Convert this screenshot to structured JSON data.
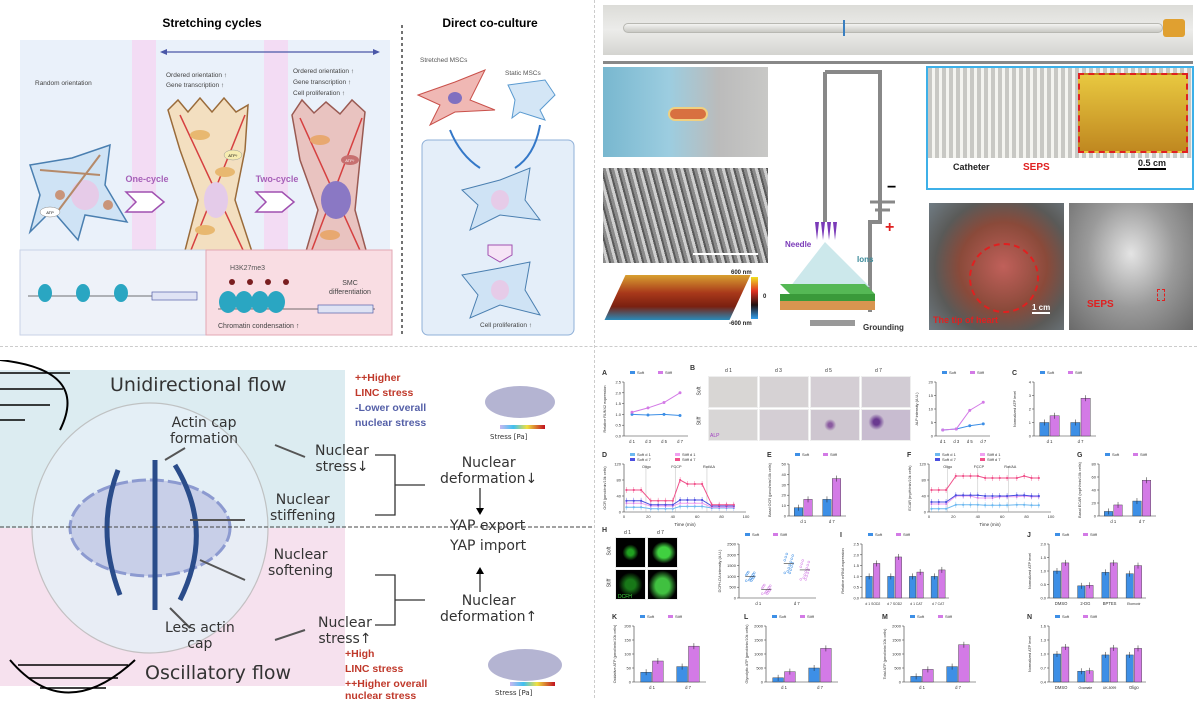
{
  "top_left": {
    "title_left": "Stretching cycles",
    "title_right": "Direct co-culture",
    "random_orientation": "Random orientation",
    "mid_text": [
      "Ordered orientation ↑",
      "Gene transcription ↑"
    ],
    "right_text": [
      "Ordered orientation ↑",
      "Gene transcription ↑",
      "Cell proliferation ↑"
    ],
    "one_cycle": "One-cycle",
    "two_cycle": "Two-cycle",
    "atp": "ATP",
    "atp_up": "ATP↑",
    "h3k27me3": "H3K27me3",
    "smc": [
      "SMC",
      "differentiation"
    ],
    "chromatin": "Chromatin condensation ↑",
    "stretched_mscs": "Stretched MSCs",
    "static_mscs": "Static MSCs",
    "cell_prolif": "Cell proliferation ↑"
  },
  "top_right": {
    "needle": "Needle",
    "ions": "Ions",
    "grounding": "Grounding",
    "minus": "−",
    "plus": "+",
    "afm_max": "600 nm",
    "afm_zero": "0",
    "afm_min": "-600 nm",
    "catheter": "Catheter",
    "seps": "SEPS",
    "scale_05": "0.5 cm",
    "tip_of_heart": "The tip of heart",
    "scale_1": "1 cm",
    "seps_xray": "SEPS"
  },
  "bottom_left": {
    "unidirectional": "Unidirectional flow",
    "oscillatory": "Oscillatory flow",
    "top_stress": [
      "++Higher",
      "LINC stress",
      "-Lower overall",
      "nuclear stress"
    ],
    "bottom_stress": [
      "+High",
      "LINC stress",
      "++Higher overall",
      "nuclear stress"
    ],
    "stress_pa": "Stress [Pa]",
    "actin_cap_formation": [
      "Actin cap",
      "formation"
    ],
    "nuclear_stress_down": [
      "Nuclear",
      "stress↓"
    ],
    "nuclear_stiffening": [
      "Nuclear",
      "stiffening"
    ],
    "nuclear_deformation_down": [
      "Nuclear",
      "deformation↓"
    ],
    "yap_export": "YAP export",
    "yap_import": "YAP import",
    "nuclear_softening": [
      "Nuclear",
      "softening"
    ],
    "nuclear_deformation_up": [
      "Nuclear",
      "deformation↑"
    ],
    "nuclear_stress_up": [
      "Nuclear",
      "stress↑"
    ],
    "less_actin_cap": [
      "Less actin",
      "cap"
    ]
  },
  "micrographs": {
    "B": {
      "letter": "B",
      "days": [
        "d 1",
        "d 3",
        "d 5",
        "d 7"
      ],
      "rows": [
        "Soft",
        "Stiff"
      ],
      "stain": "ALP"
    },
    "H": {
      "letter": "H",
      "days": [
        "d 1",
        "d 7"
      ],
      "rows": [
        "Soft",
        "Stiff"
      ],
      "stain": "DCFH"
    }
  },
  "colors": {
    "soft": "#3d8fe6",
    "stiff": "#d37ae6",
    "soft_d7": "#4b4fe0",
    "stiff_d7": "#f0508a",
    "soft_d1": "#6cb8f0",
    "stiff_d1": "#f0a0f0"
  },
  "chart_data": [
    {
      "panel": "A",
      "type": "line",
      "categories": [
        "d 1",
        "d 3",
        "d 5",
        "d 7"
      ],
      "ylabel": "Relative RUNX2 expression",
      "ylim": [
        0,
        2.5
      ],
      "yticks": [
        "0.0",
        "0.5",
        "1.0",
        "1.5",
        "2.0",
        "2.5"
      ],
      "series": [
        {
          "name": "Soft",
          "values": [
            1.0,
            0.97,
            1.0,
            0.95
          ]
        },
        {
          "name": "Stiff",
          "values": [
            1.1,
            1.3,
            1.55,
            2.0
          ]
        }
      ]
    },
    {
      "panel": "B",
      "type": "line",
      "categories": [
        "d 1",
        "d 3",
        "d 5",
        "d 7"
      ],
      "ylabel": "ALP intensity (A.U.)",
      "ylim": [
        0,
        20
      ],
      "yticks": [
        "0",
        "5",
        "10",
        "15",
        "20"
      ],
      "hide_letter": true,
      "series": [
        {
          "name": "Soft",
          "values": [
            2.2,
            2.6,
            3.8,
            4.5
          ]
        },
        {
          "name": "Stiff",
          "values": [
            2.2,
            2.6,
            9.5,
            12.5
          ]
        }
      ]
    },
    {
      "panel": "C",
      "type": "bar",
      "categories": [
        "d 1",
        "d 7"
      ],
      "ylabel": "Normalized ATP level",
      "ylim": [
        0,
        4
      ],
      "yticks": [
        "0",
        "1",
        "2",
        "3",
        "4"
      ],
      "series": [
        {
          "name": "Soft",
          "values": [
            1.0,
            1.0
          ]
        },
        {
          "name": "Stiff",
          "values": [
            1.5,
            2.8
          ]
        }
      ]
    },
    {
      "panel": "D",
      "type": "timeline",
      "xlabel": "Time (min)",
      "ylabel": "OCR (pmol/min/10k cells)",
      "xlim": [
        0,
        100
      ],
      "xticks": [
        "0",
        "20",
        "40",
        "60",
        "80",
        "100"
      ],
      "ylim": [
        0,
        120
      ],
      "yticks": [
        "0",
        "40",
        "80",
        "120"
      ],
      "x": [
        2,
        8,
        14,
        22,
        28,
        34,
        40,
        46,
        52,
        58,
        64,
        72,
        78,
        84,
        90
      ],
      "injections": [
        {
          "label": "Oligo",
          "x": 18
        },
        {
          "label": "FCCP",
          "x": 42
        },
        {
          "label": "Rot/AA",
          "x": 68
        }
      ],
      "series": [
        {
          "name": "Soft d 1",
          "values": [
            12,
            12,
            12,
            8,
            8,
            8,
            8,
            14,
            14,
            14,
            14,
            10,
            10,
            10,
            10
          ]
        },
        {
          "name": "Stiff d 1",
          "values": [
            22,
            22,
            22,
            15,
            15,
            15,
            15,
            22,
            22,
            22,
            22,
            12,
            12,
            12,
            12
          ]
        },
        {
          "name": "Soft d 7",
          "values": [
            28,
            28,
            28,
            18,
            18,
            18,
            18,
            30,
            30,
            30,
            30,
            15,
            15,
            15,
            15
          ]
        },
        {
          "name": "Stiff d 7",
          "values": [
            55,
            55,
            55,
            28,
            28,
            28,
            28,
            80,
            70,
            70,
            70,
            18,
            18,
            18,
            18
          ]
        }
      ]
    },
    {
      "panel": "E",
      "type": "bar",
      "categories": [
        "d 1",
        "d 7"
      ],
      "ylabel": "Basal OCR (pmol/min/10k cells)",
      "ylim": [
        0,
        50
      ],
      "yticks": [
        "0",
        "10",
        "20",
        "30",
        "40",
        "50"
      ],
      "series": [
        {
          "name": "Soft",
          "values": [
            8,
            16
          ]
        },
        {
          "name": "Stiff",
          "values": [
            16,
            36
          ]
        }
      ]
    },
    {
      "panel": "F",
      "type": "timeline",
      "xlabel": "Time (min)",
      "ylabel": "ECAR (mpH/min/10k cells)",
      "xlim": [
        0,
        100
      ],
      "xticks": [
        "0",
        "20",
        "40",
        "60",
        "80",
        "100"
      ],
      "ylim": [
        0,
        120
      ],
      "yticks": [
        "0",
        "40",
        "80",
        "120"
      ],
      "x": [
        2,
        8,
        14,
        22,
        28,
        34,
        40,
        46,
        52,
        58,
        64,
        72,
        78,
        84,
        90
      ],
      "injections": [
        {
          "label": "Oligo",
          "x": 15
        },
        {
          "label": "FCCP",
          "x": 40
        },
        {
          "label": "Rot/AA",
          "x": 65
        }
      ],
      "series": [
        {
          "name": "Soft d 1",
          "values": [
            8,
            8,
            8,
            18,
            18,
            18,
            18,
            17,
            17,
            17,
            17,
            18,
            18,
            17,
            17
          ]
        },
        {
          "name": "Stiff d 1",
          "values": [
            20,
            20,
            20,
            40,
            40,
            40,
            35,
            35,
            35,
            38,
            38,
            38,
            40,
            38,
            38
          ]
        },
        {
          "name": "Soft d 7",
          "values": [
            25,
            25,
            25,
            42,
            42,
            42,
            42,
            40,
            40,
            40,
            40,
            42,
            42,
            40,
            40
          ]
        },
        {
          "name": "Stiff d 7",
          "values": [
            55,
            55,
            55,
            90,
            90,
            90,
            90,
            85,
            85,
            85,
            85,
            85,
            90,
            85,
            85
          ]
        }
      ]
    },
    {
      "panel": "G",
      "type": "bar",
      "categories": [
        "d 1",
        "d 7"
      ],
      "ylabel": "Basal ECAR (mpH/min/10k cells)",
      "ylim": [
        0,
        80
      ],
      "yticks": [
        "0",
        "20",
        "40",
        "60",
        "80"
      ],
      "series": [
        {
          "name": "Soft",
          "values": [
            7,
            23
          ]
        },
        {
          "name": "Stiff",
          "values": [
            17,
            55
          ]
        }
      ]
    },
    {
      "panel": "H",
      "type": "scatter",
      "categories": [
        "d 1",
        "d 7"
      ],
      "ylabel": "DCFH-DA intensity (A.U.)",
      "ylim": [
        0,
        2500
      ],
      "yticks": [
        "0",
        "500",
        "1000",
        "1500",
        "2000",
        "2500"
      ],
      "hide_letter": true,
      "series": [
        {
          "name": "Soft",
          "values": [
            1000,
            1600
          ]
        },
        {
          "name": "Stiff",
          "values": [
            400,
            1300
          ]
        }
      ]
    },
    {
      "panel": "I",
      "type": "bar",
      "categories": [
        "d 1 SOD2",
        "d 7 SOD2",
        "d 1 CAT",
        "d 7 CAT"
      ],
      "ylabel": "Relative mRNA expression",
      "ylim": [
        0,
        2.5
      ],
      "yticks": [
        "0.0",
        "0.5",
        "1.0",
        "1.5",
        "2.0",
        "2.5"
      ],
      "series": [
        {
          "name": "Soft",
          "values": [
            1,
            1,
            1,
            1
          ]
        },
        {
          "name": "Stiff",
          "values": [
            1.6,
            1.9,
            1.2,
            1.3
          ]
        }
      ]
    },
    {
      "panel": "J",
      "type": "bar",
      "categories": [
        "DMSO",
        "2-DG",
        "BPTES",
        "Etomoxir"
      ],
      "ylabel": "Normalized ATP level",
      "ylim": [
        0,
        2.0
      ],
      "yticks": [
        "0.0",
        "0.5",
        "1.0",
        "1.5",
        "2.0"
      ],
      "series": [
        {
          "name": "Soft",
          "values": [
            1.0,
            0.45,
            0.95,
            0.9
          ]
        },
        {
          "name": "Stiff",
          "values": [
            1.3,
            0.47,
            1.3,
            1.2
          ]
        }
      ]
    },
    {
      "panel": "K",
      "type": "bar",
      "categories": [
        "d 1",
        "d 7"
      ],
      "ylabel": "Oxidative ATP (pmol/min/10k cells)",
      "ylim": [
        0,
        200
      ],
      "yticks": [
        "0",
        "50",
        "100",
        "150",
        "200"
      ],
      "series": [
        {
          "name": "Soft",
          "values": [
            35,
            55
          ]
        },
        {
          "name": "Stiff",
          "values": [
            75,
            128
          ]
        }
      ]
    },
    {
      "panel": "L",
      "type": "bar",
      "categories": [
        "d 1",
        "d 7"
      ],
      "ylabel": "Glycolytic ATP (pmol/min/10k cells)",
      "ylim": [
        0,
        2000
      ],
      "yticks": [
        "0",
        "500",
        "1000",
        "1500",
        "2000"
      ],
      "series": [
        {
          "name": "Soft",
          "values": [
            150,
            500
          ]
        },
        {
          "name": "Stiff",
          "values": [
            370,
            1200
          ]
        }
      ]
    },
    {
      "panel": "M",
      "type": "bar",
      "categories": [
        "d 1",
        "d 7"
      ],
      "ylabel": "Total ATP (pmol/min/10k cells)",
      "ylim": [
        0,
        2000
      ],
      "yticks": [
        "0",
        "500",
        "1000",
        "1500",
        "2000"
      ],
      "series": [
        {
          "name": "Soft",
          "values": [
            200,
            550
          ]
        },
        {
          "name": "Stiff",
          "values": [
            450,
            1330
          ]
        }
      ]
    },
    {
      "panel": "N",
      "type": "bar",
      "categories": [
        "DMSO",
        "Oxamate",
        "UK-5099",
        "Oligo"
      ],
      "ylabel": "Normalized ATP level",
      "ylim": [
        0.4,
        1.6
      ],
      "yticks": [
        "0.4",
        "0.7",
        "1.0",
        "1.3",
        "1.6"
      ],
      "series": [
        {
          "name": "Soft",
          "values": [
            1.0,
            0.63,
            0.98,
            0.98
          ]
        },
        {
          "name": "Stiff",
          "values": [
            1.15,
            0.64,
            1.13,
            1.12
          ]
        }
      ]
    }
  ]
}
